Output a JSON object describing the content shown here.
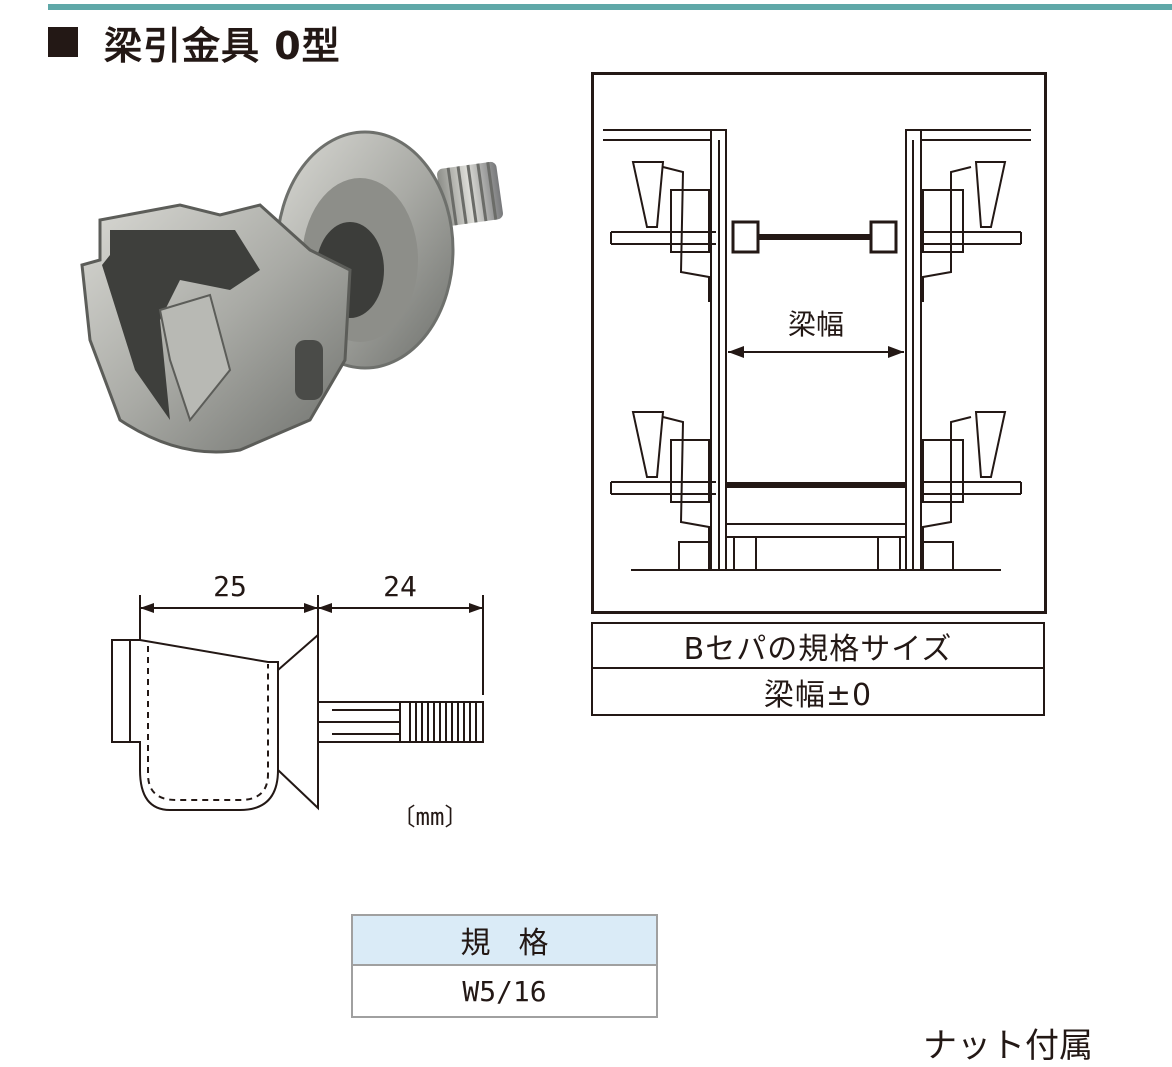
{
  "page": {
    "title": "梁引金具 0型",
    "note_text": "ナット付属"
  },
  "colors": {
    "top_rule": "#5fa8a8",
    "spec_header_bg": "#daebf7",
    "ink": "#231815"
  },
  "dimension_drawing": {
    "dim_left": "25",
    "dim_right": "24",
    "unit": "〔mm〕"
  },
  "install_diagram": {
    "width_label": "梁幅"
  },
  "size_box": {
    "header": "Bセパの規格サイズ",
    "value": "梁幅±0"
  },
  "spec_table": {
    "header": "規格",
    "value": "W5/16"
  }
}
